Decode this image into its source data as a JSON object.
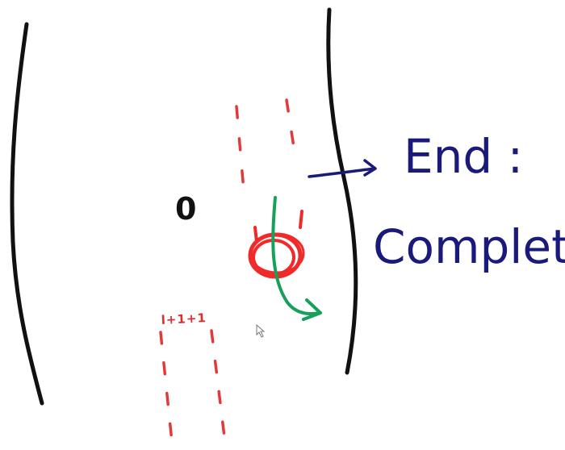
{
  "note": {
    "title": "End :",
    "subtitle": "Complete"
  },
  "markers": {
    "center_label": "0",
    "lower_label": "l+1+1"
  },
  "colors": {
    "wall": "#111111",
    "dashed_path": "#e23a3a",
    "current_node": "#f02a2a",
    "turn_arrow": "#17a05a",
    "pointer_arrow": "#1a1a7a",
    "handwriting": "#1a1a7a"
  },
  "icons": {
    "cursor": "mouse-cursor-icon"
  }
}
